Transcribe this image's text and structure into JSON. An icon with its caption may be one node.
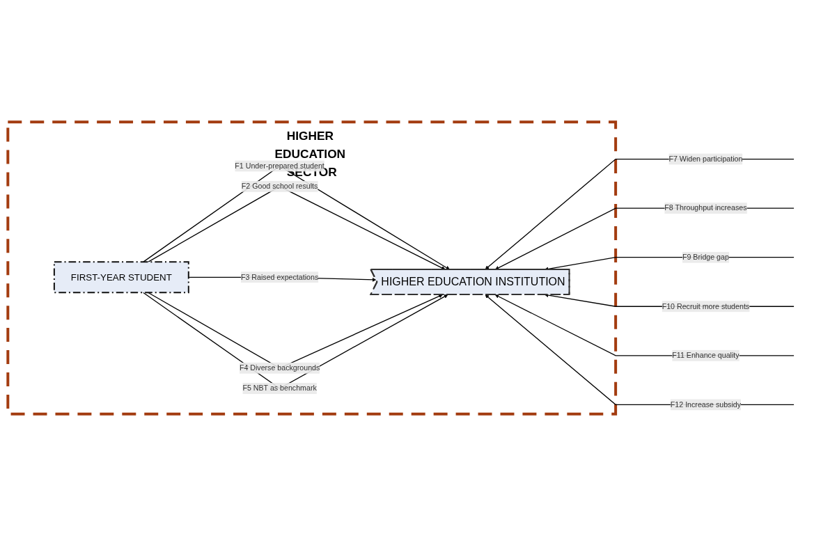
{
  "diagram": {
    "nodes": [
      {
        "text": [
          "HIGHER EDUCATION SECTOR"
        ]
      },
      {
        "text": [
          "FIRST-YEAR STUDENT"
        ],
        "in": 0
      },
      {
        "text": [
          "HIGHER EDUCATION INSTITUTION"
        ],
        "in": 0
      }
    ],
    "edges": [
      {
        "from": 1,
        "to": 2,
        "arrow": "to",
        "label": "F1 Under-prepared student"
      },
      {
        "from": 1,
        "to": 2,
        "arrow": "to",
        "label": "F2 Good school results"
      },
      {
        "from": 1,
        "to": 2,
        "arrow": "to",
        "label": "F3 Raised expectations"
      },
      {
        "from": 1,
        "to": 2,
        "arrow": "to",
        "label": "F4 Diverse backgrounds"
      },
      {
        "from": 1,
        "to": 2,
        "arrow": "to",
        "label": "F5 NBT as benchmark"
      },
      {
        "from": null,
        "to": 2,
        "arrow": "to",
        "label": "F7 Widen participation"
      },
      {
        "from": null,
        "to": 2,
        "arrow": "to",
        "label": "F8 Throughput increases"
      },
      {
        "from": null,
        "to": 2,
        "arrow": "to",
        "label": "F9 Bridge gap"
      },
      {
        "from": null,
        "to": 2,
        "arrow": "to",
        "label": "F10 Recruit more students"
      },
      {
        "from": null,
        "to": 2,
        "arrow": "to",
        "label": "F11 Enhance quality"
      },
      {
        "from": null,
        "to": 2,
        "arrow": "to",
        "label": "F12 Increase subsidy"
      }
    ]
  }
}
